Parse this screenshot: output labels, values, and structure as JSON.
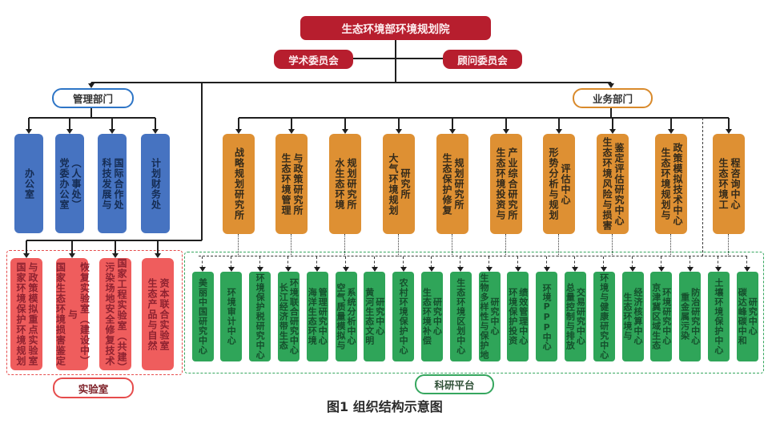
{
  "title": {
    "root": "生态环境部环境规划院",
    "academic_committee": "学术委员会",
    "advisory_committee": "顾问委员会"
  },
  "management": {
    "label": "管理部门",
    "departments": [
      "办公室",
      "党委办公室\n（人事处）",
      "科技发展与\n国际合作处",
      "计划财务处"
    ]
  },
  "business": {
    "label": "业务部门",
    "institutes": [
      "战略规划研究所",
      "生态环境管理\n与政策研究所",
      "水生态环境\n规划研究所",
      "大气环境规划\n研究所",
      "生态保护修复\n规划研究所",
      "生态环境投资与\n产业综合研究所",
      "形势分析与规划\n评估中心",
      "生态环境风险与损害\n鉴定评估研究中心",
      "生态环境规划与\n政策模拟技术中心",
      "生态环境工\n程咨询中心"
    ]
  },
  "labs": {
    "label": "实验室",
    "items": [
      "国家环境保护环境规划\n与政策模拟重点实验室",
      "国家生态环境损害鉴定与\n恢复实验室（建设中）",
      "污染场地安全修复技术\n国家工程实验室（共建）",
      "生态产品与自然\n资本联合实验室"
    ]
  },
  "platforms": {
    "label": "科研平台",
    "items": [
      "美丽中国研究中心",
      "环境审计中心",
      "环境保护税研究中心",
      "长江经济带生态\n环境联合研究中心",
      "海洋生态环境\n管理研究中心",
      "空气质量模拟与\n系统分析中心",
      "黄河生态文明\n研究中心",
      "农村环境保护中心",
      "生态环境补偿\n研究中心",
      "生态环境区划中心",
      "生物多样性与保护地\n研究中心",
      "环境保护投资\n绩效管理中心",
      "环境PPP中心",
      "总量控制与排放\n交易研究中心",
      "环境与健康研究中心",
      "生态环境与\n经济核算中心",
      "京津冀区域生态\n环境研究中心",
      "重金属污染\n防治研究中心",
      "土壤环境保护中心",
      "碳达峰碳中和\n研究中心"
    ]
  },
  "caption": "图1  组织结构示意图",
  "colors": {
    "primary_red": "#b71e2e",
    "blue": "#4673c1",
    "blue_outline": "#2e75c6",
    "orange": "#de9033",
    "orange_outline": "#d98a2b",
    "lab_red": "#ef5d5d",
    "lab_outline": "#e64c4c",
    "green": "#2fa559",
    "green_outline": "#36a75f"
  }
}
